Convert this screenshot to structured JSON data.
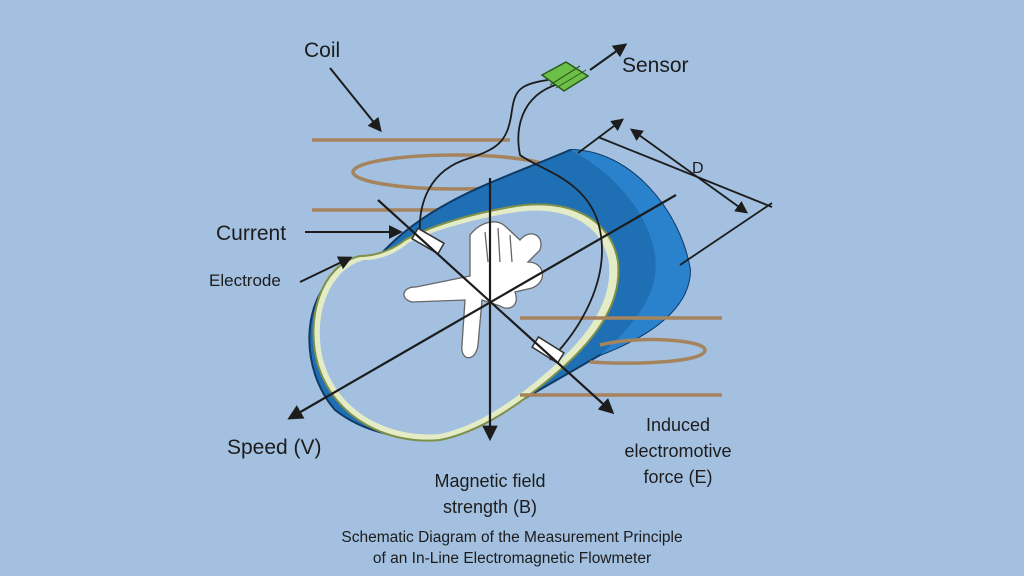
{
  "labels": {
    "coil": "Coil",
    "sensor": "Sensor",
    "current": "Current",
    "electrode": "Electrode",
    "speed": "Speed (V)",
    "d": "D",
    "induced_line1": "Induced",
    "induced_line2": "electromotive",
    "induced_line3": "force (E)",
    "magnetic_line1": "Magnetic field",
    "magnetic_line2": "strength (B)"
  },
  "caption": {
    "line1": "Schematic Diagram of the Measurement Principle",
    "line2": "of an In-Line Electromagnetic Flowmeter"
  },
  "colors": {
    "background": "#a3c0e0",
    "pipe_blue": "#1f6fb5",
    "pipe_liner": "#e4ecc6",
    "coil": "#a5835d",
    "sensor_green": "#6cc04a",
    "arrows": "#1c1c1c"
  },
  "icons": {
    "hand": "right-hand-rule-icon",
    "sensor": "sensor-box-icon"
  }
}
